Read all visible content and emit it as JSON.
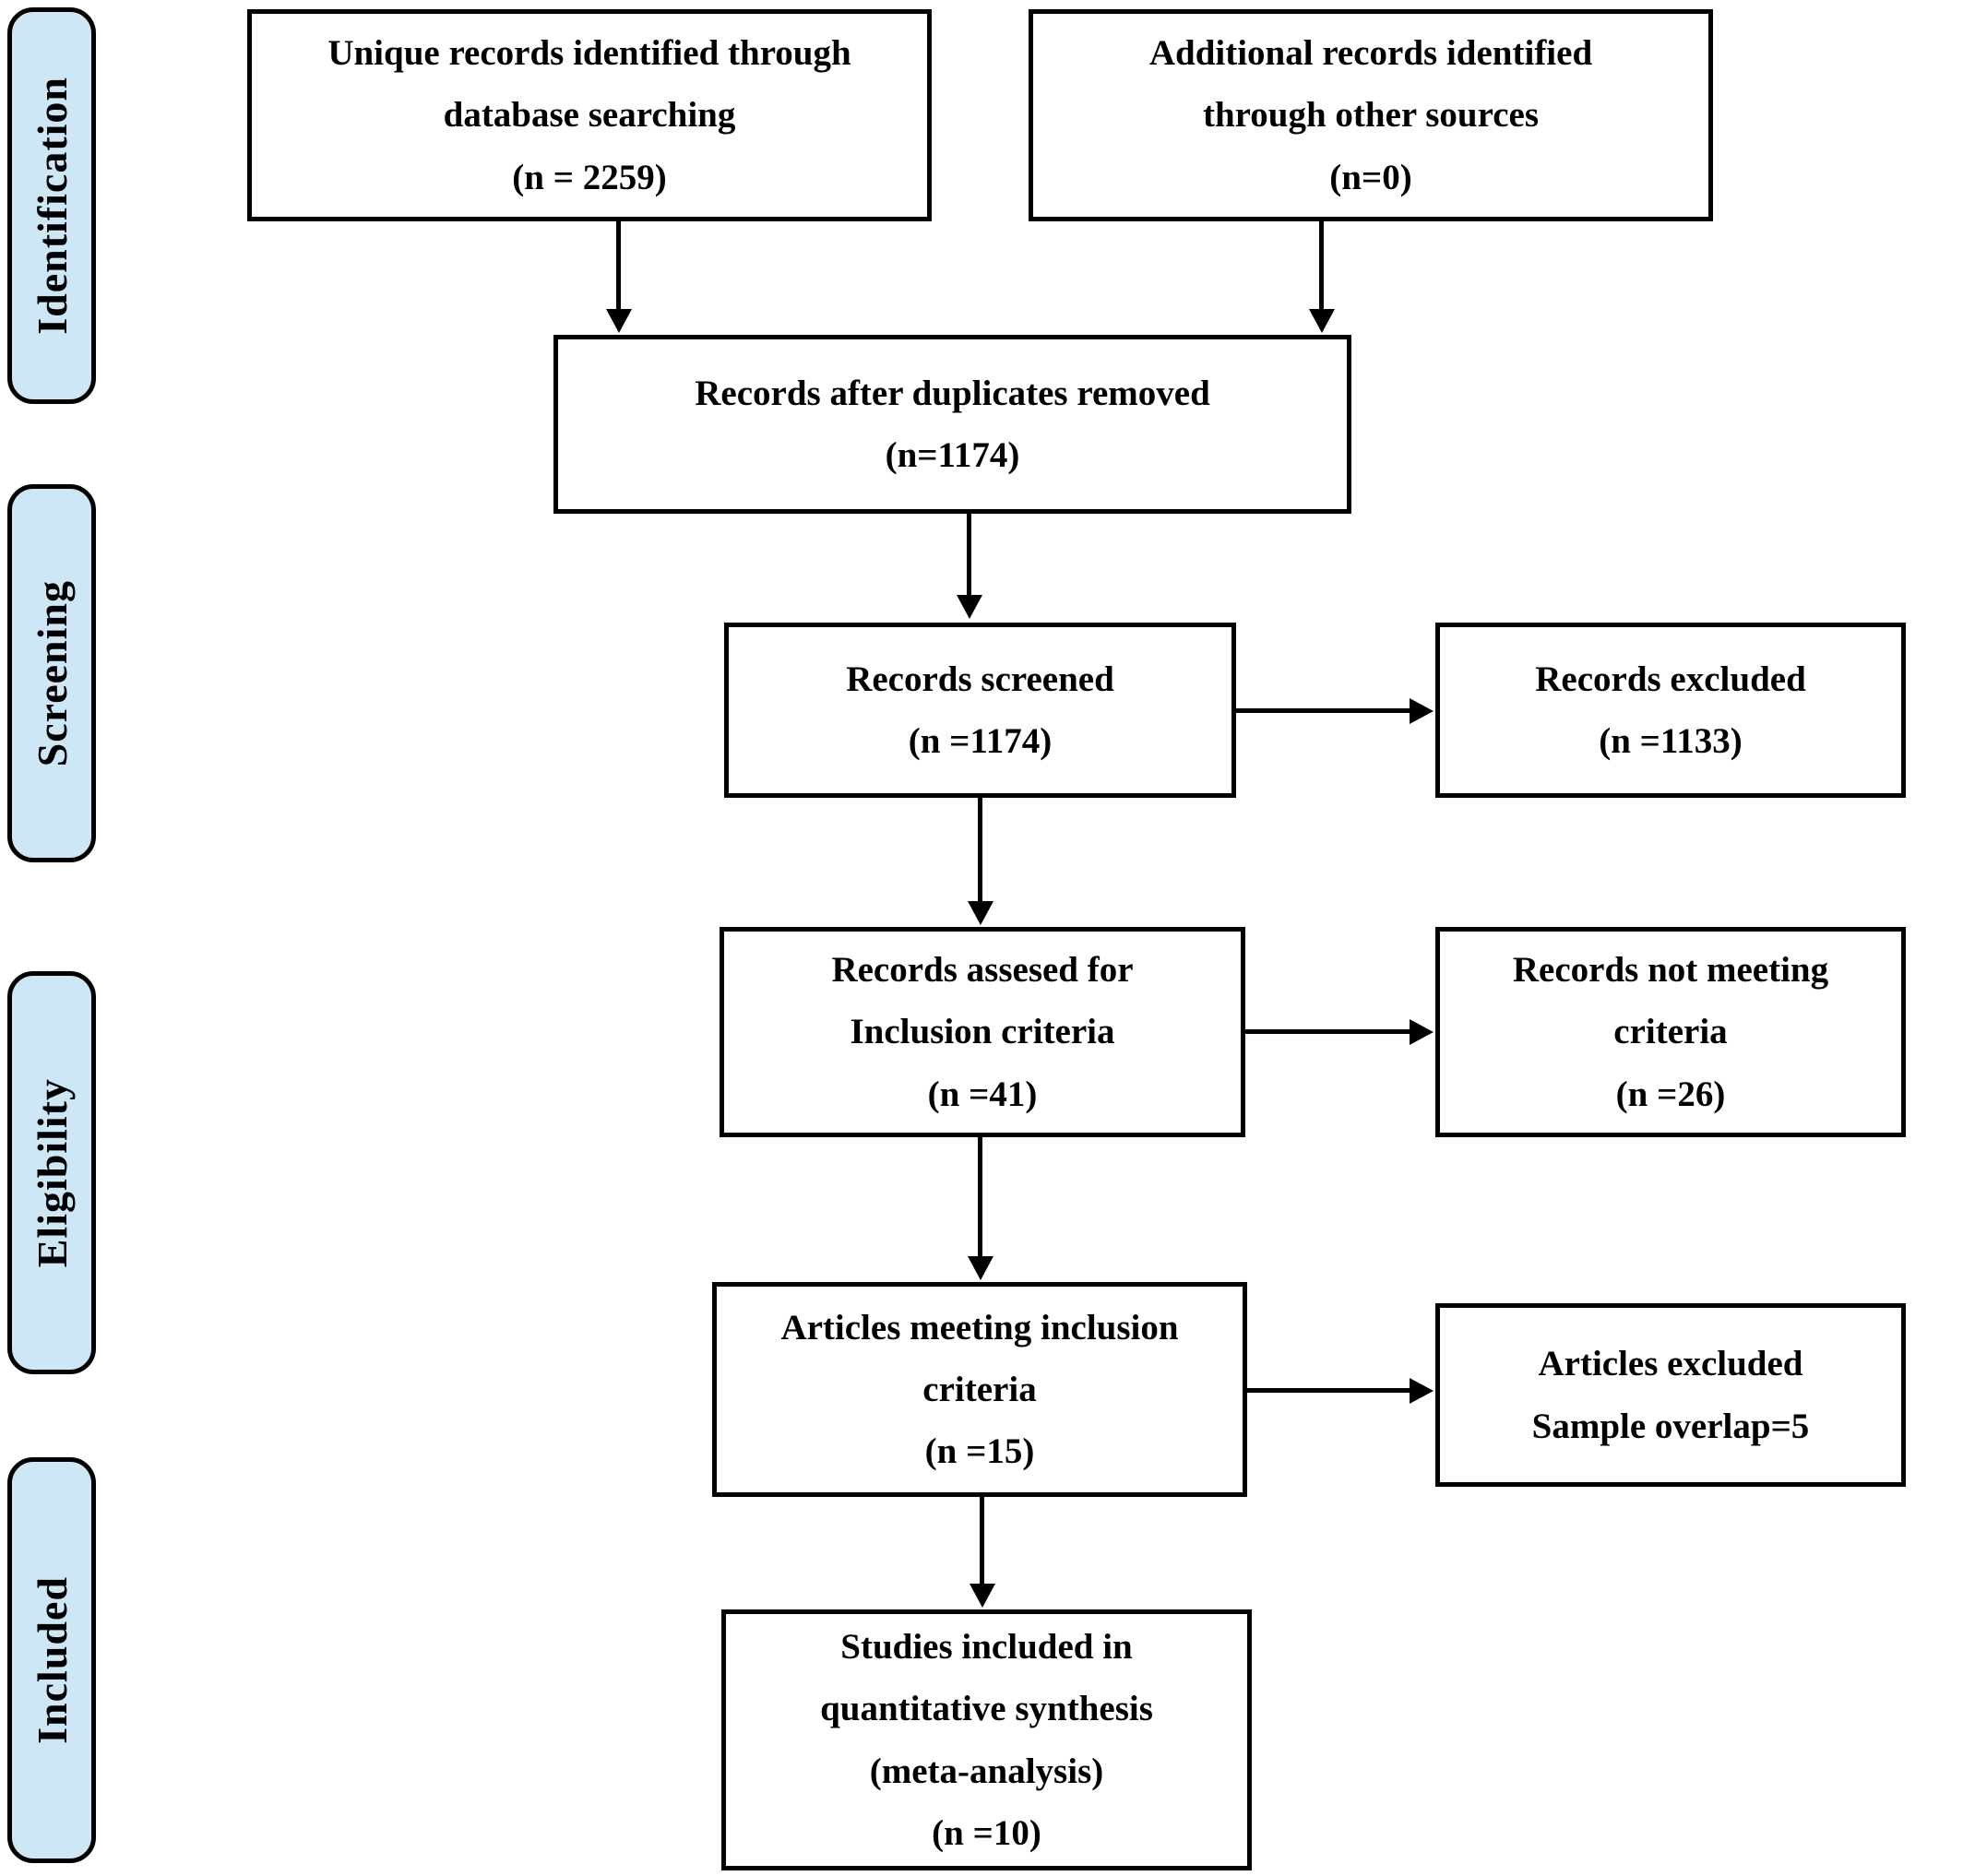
{
  "diagram_title": "PRISMA flow diagram",
  "colors": {
    "stage_fill": "#cde7f6",
    "stage_border": "#000000",
    "box_border": "#000000",
    "box_fill": "#ffffff",
    "text": "#000000"
  },
  "stages": [
    {
      "label": "Identification"
    },
    {
      "label": "Screening"
    },
    {
      "label": "Eligibility"
    },
    {
      "label": "Included"
    }
  ],
  "boxes": {
    "database_search": {
      "lines": [
        "Unique records identified through",
        "database searching",
        "(n = 2259)"
      ]
    },
    "other_sources": {
      "lines": [
        "Additional records identified",
        "through other sources",
        "(n=0)"
      ]
    },
    "duplicates_removed": {
      "lines": [
        "Records after duplicates removed",
        "(n=1174)"
      ]
    },
    "records_screened": {
      "lines": [
        "Records screened",
        "(n =1174)"
      ]
    },
    "records_excluded": {
      "lines": [
        "Records excluded",
        "(n =1133)"
      ]
    },
    "records_assessed": {
      "lines": [
        "Records assesed for",
        "Inclusion criteria",
        "(n =41)"
      ]
    },
    "records_not_meeting": {
      "lines": [
        "Records not meeting",
        "criteria",
        "(n =26)"
      ]
    },
    "articles_meeting": {
      "lines": [
        "Articles meeting inclusion",
        "criteria",
        "(n =15)"
      ]
    },
    "articles_excluded": {
      "lines": [
        "Articles excluded",
        "Sample overlap=5"
      ]
    },
    "studies_included": {
      "lines": [
        "Studies included in",
        "quantitative synthesis",
        "(meta-analysis)",
        "(n =10)"
      ]
    }
  }
}
